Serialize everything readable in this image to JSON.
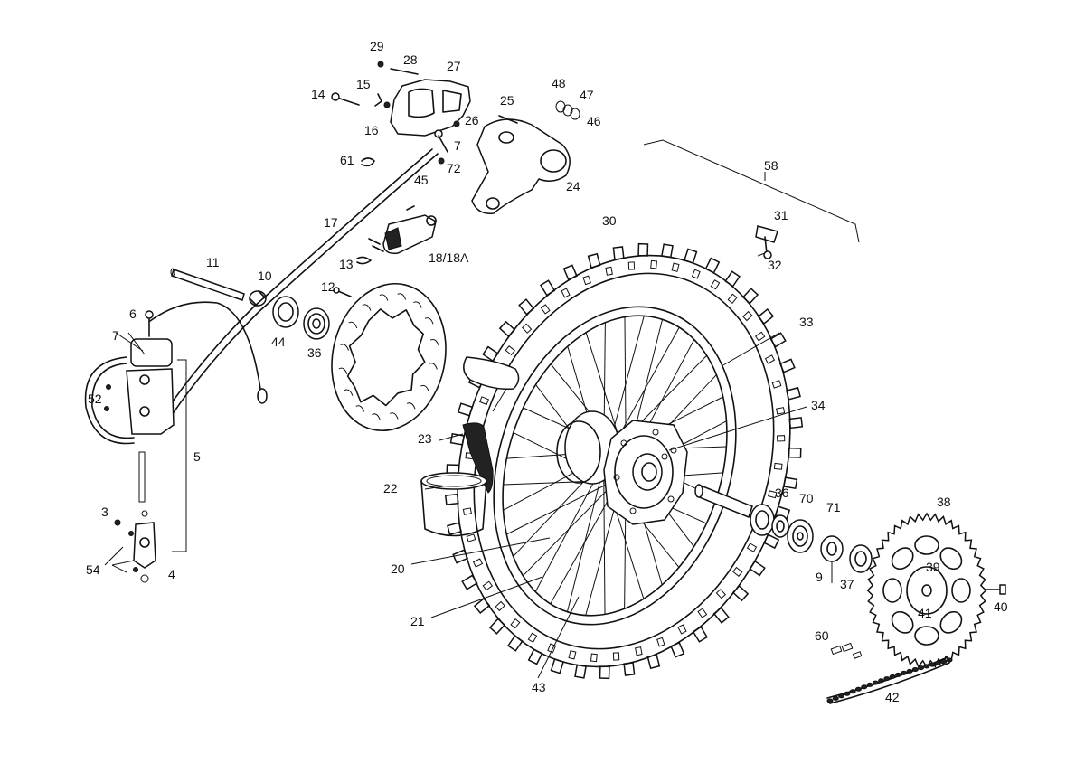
{
  "callouts": [
    {
      "id": "c29",
      "text": "29"
    },
    {
      "id": "c28",
      "text": "28"
    },
    {
      "id": "c27",
      "text": "27"
    },
    {
      "id": "c14",
      "text": "14"
    },
    {
      "id": "c15",
      "text": "15"
    },
    {
      "id": "c16",
      "text": "16"
    },
    {
      "id": "c26",
      "text": "26"
    },
    {
      "id": "c7a",
      "text": "7"
    },
    {
      "id": "c72",
      "text": "72"
    },
    {
      "id": "c61",
      "text": "61"
    },
    {
      "id": "c25",
      "text": "25"
    },
    {
      "id": "c48",
      "text": "48"
    },
    {
      "id": "c47",
      "text": "47"
    },
    {
      "id": "c46",
      "text": "46"
    },
    {
      "id": "c24",
      "text": "24"
    },
    {
      "id": "c58",
      "text": "58"
    },
    {
      "id": "c45",
      "text": "45"
    },
    {
      "id": "c17",
      "text": "17"
    },
    {
      "id": "c18",
      "text": "18/18A"
    },
    {
      "id": "c30",
      "text": "30"
    },
    {
      "id": "c31",
      "text": "31"
    },
    {
      "id": "c32",
      "text": "32"
    },
    {
      "id": "c11",
      "text": "11"
    },
    {
      "id": "c10",
      "text": "10"
    },
    {
      "id": "c13",
      "text": "13"
    },
    {
      "id": "c12",
      "text": "12"
    },
    {
      "id": "c6",
      "text": "6"
    },
    {
      "id": "c7b",
      "text": "7"
    },
    {
      "id": "c44",
      "text": "44"
    },
    {
      "id": "c36a",
      "text": "36"
    },
    {
      "id": "c33",
      "text": "33"
    },
    {
      "id": "c52",
      "text": "52"
    },
    {
      "id": "c34",
      "text": "34"
    },
    {
      "id": "c23",
      "text": "23"
    },
    {
      "id": "c5",
      "text": "5"
    },
    {
      "id": "c22",
      "text": "22"
    },
    {
      "id": "c36b",
      "text": "36"
    },
    {
      "id": "c70",
      "text": "70"
    },
    {
      "id": "c71",
      "text": "71"
    },
    {
      "id": "c38",
      "text": "38"
    },
    {
      "id": "c3",
      "text": "3"
    },
    {
      "id": "c54",
      "text": "54"
    },
    {
      "id": "c4",
      "text": "4"
    },
    {
      "id": "c20",
      "text": "20"
    },
    {
      "id": "c9",
      "text": "9"
    },
    {
      "id": "c37",
      "text": "37"
    },
    {
      "id": "c39",
      "text": "39"
    },
    {
      "id": "c41",
      "text": "41"
    },
    {
      "id": "c40",
      "text": "40"
    },
    {
      "id": "c21",
      "text": "21"
    },
    {
      "id": "c60",
      "text": "60"
    },
    {
      "id": "c43",
      "text": "43"
    },
    {
      "id": "c42",
      "text": "42"
    }
  ]
}
